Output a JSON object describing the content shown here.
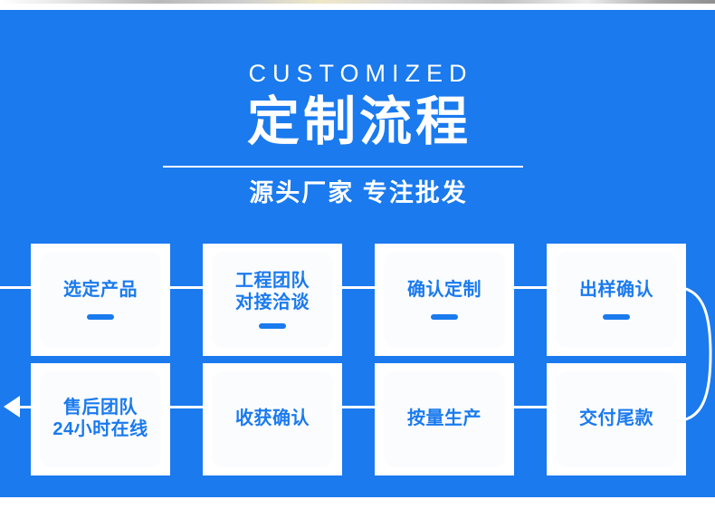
{
  "theme": {
    "panel_blue": "#1a7aee",
    "card_fill": "#fbfcfe",
    "card_border": "#ffffff",
    "text_white": "#ffffff",
    "text_blue": "#1a7aee"
  },
  "header": {
    "kicker": "CUSTOMIZED",
    "title_cn": "定制流程",
    "subtitle": "源头厂家  专注批发"
  },
  "flow": {
    "row1": [
      {
        "label": "选定产品",
        "dash": true
      },
      {
        "label": "工程团队\n对接洽谈",
        "dash": true
      },
      {
        "label": "确认定制",
        "dash": true
      },
      {
        "label": "出样确认",
        "dash": true
      }
    ],
    "row2": [
      {
        "label": "售后团队\n24小时在线",
        "dash": false
      },
      {
        "label": "收获确认",
        "dash": false
      },
      {
        "label": "按量生产",
        "dash": false
      },
      {
        "label": "交付尾款",
        "dash": false
      }
    ],
    "connectors": {
      "row1_entry": "line-stub-left",
      "row1_to_row2": "curve-right",
      "row2_exit": "arrow-left"
    }
  }
}
